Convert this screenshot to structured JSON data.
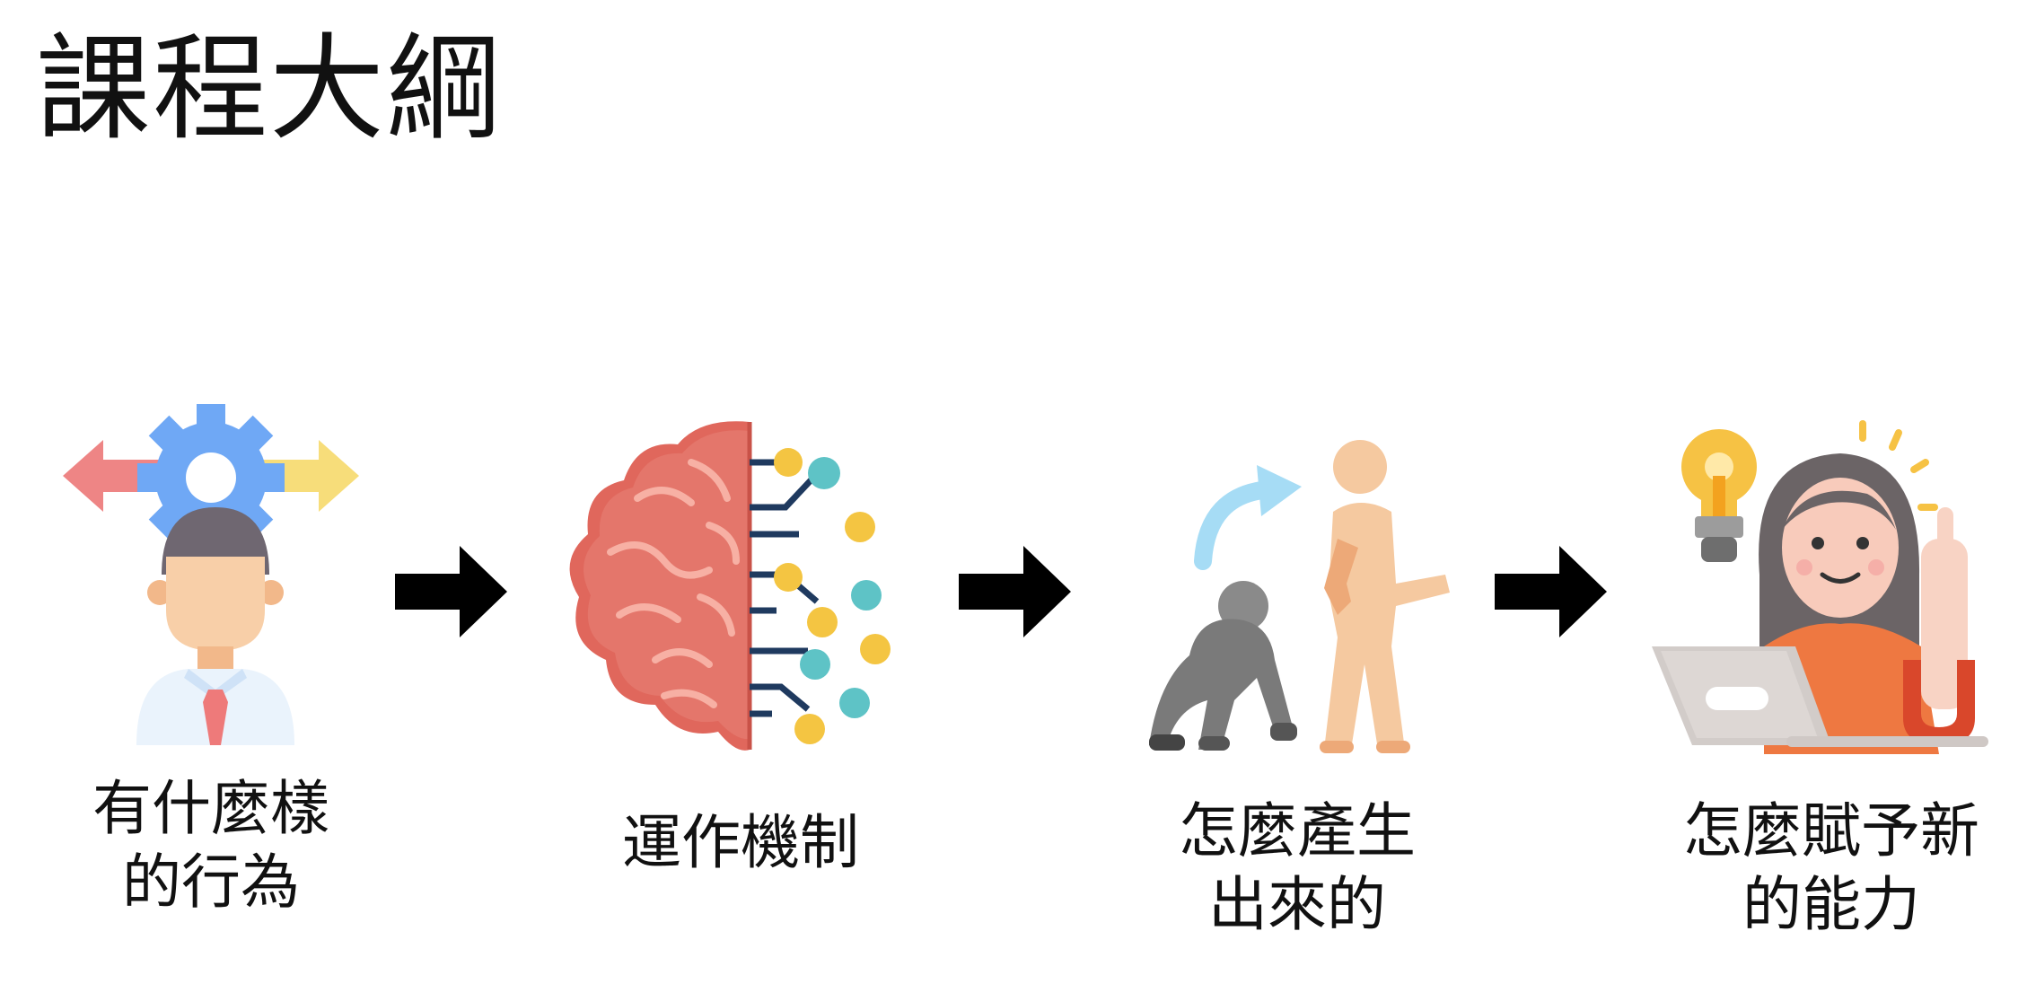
{
  "title": "課程大綱",
  "steps": [
    {
      "lines": [
        "有什麼樣",
        "的行為"
      ],
      "icon": "person-decision-icon"
    },
    {
      "lines": [
        "運作機制"
      ],
      "icon": "brain-circuit-icon"
    },
    {
      "lines": [
        "怎麼產生",
        "出來的"
      ],
      "icon": "evolution-icon"
    },
    {
      "lines": [
        "怎麼賦予新",
        "的能力"
      ],
      "icon": "idea-laptop-icon"
    }
  ],
  "arrow_icon": "right-arrow-icon",
  "colors": {
    "arrow": "#000000",
    "gear": "#6fa8f5",
    "brain": "#e06a5e",
    "circuit_yellow": "#f4c542",
    "circuit_teal": "#5ec3c6",
    "skin": "#f5c9a0",
    "ape": "#7a7a7a",
    "shirt": "#ee7841"
  }
}
